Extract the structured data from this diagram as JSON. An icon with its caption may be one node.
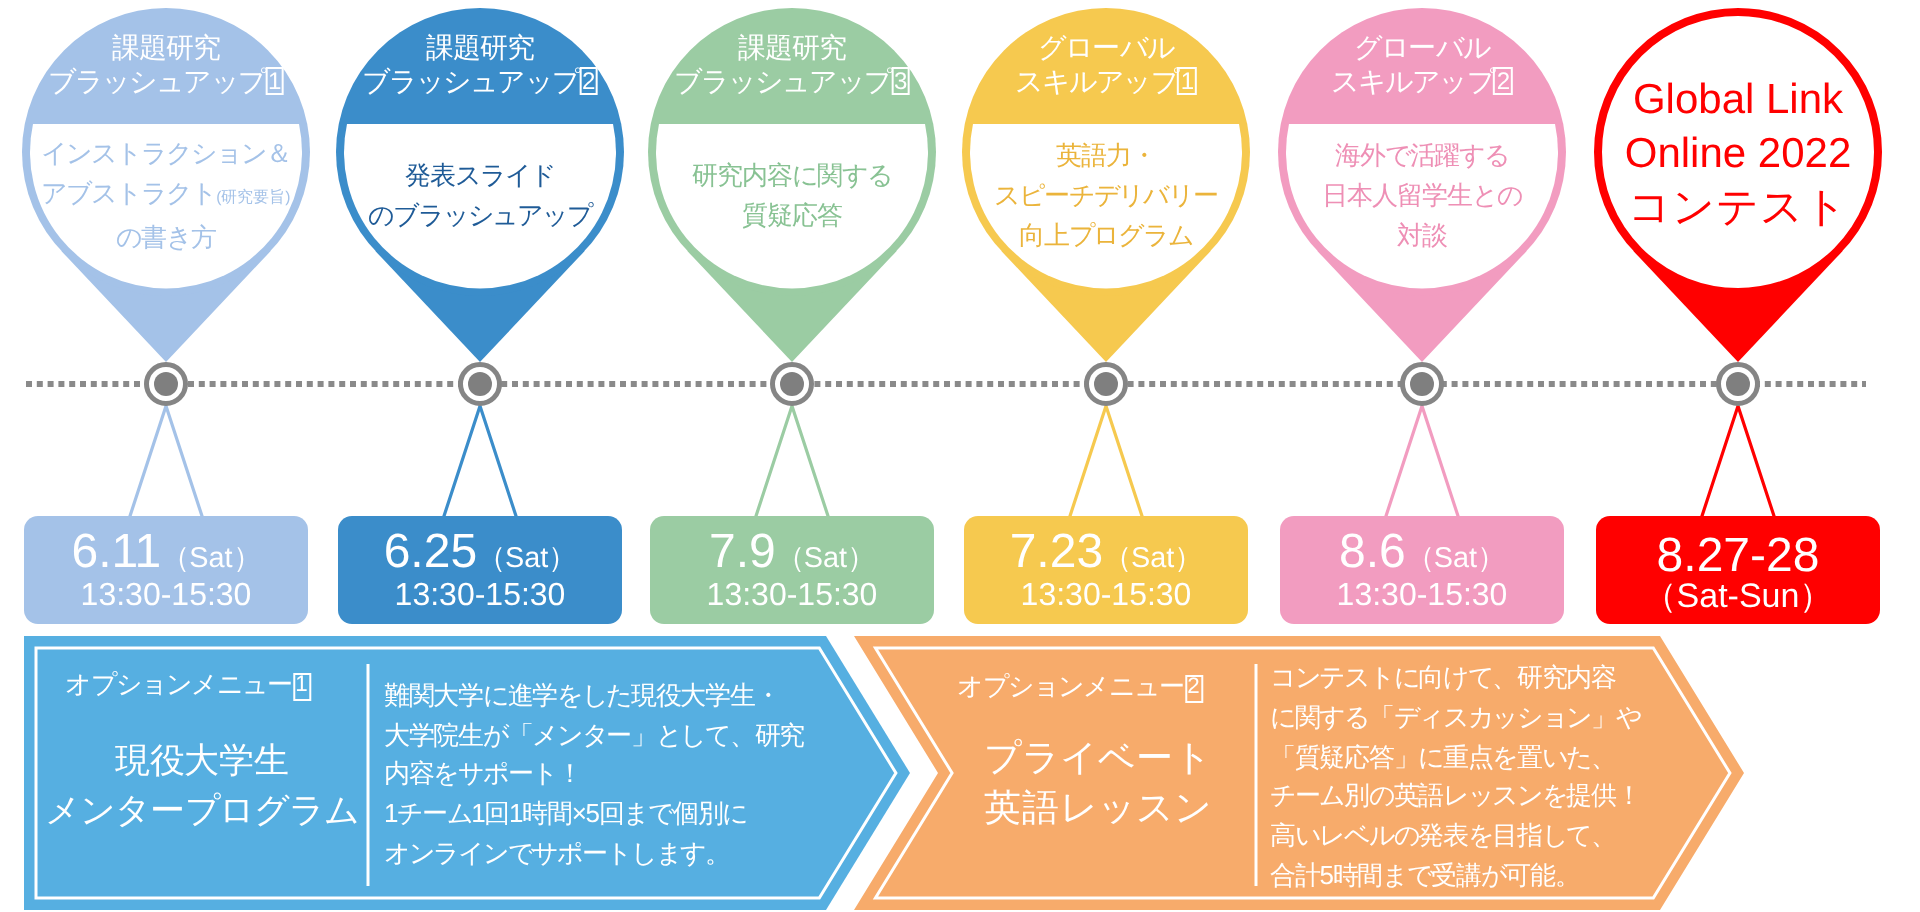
{
  "diagram": {
    "nodes": [
      {
        "text": [
          "課題研究ブラッシュアップ1",
          "インストラクション＆アブストラクト(研究要旨)の書き方"
        ]
      },
      {
        "text": [
          "課題研究ブラッシュアップ2",
          "発表スライドのブラッシュアップ"
        ]
      },
      {
        "text": [
          "課題研究ブラッシュアップ3",
          "研究内容に関する質疑応答"
        ]
      },
      {
        "text": [
          "グローバルスキルアップ1",
          "英語力・スピーチデリバリー向上プログラム"
        ]
      },
      {
        "text": [
          "グローバルスキルアップ2",
          "海外で活躍する日本人留学生との対談"
        ]
      },
      {
        "text": [
          "Global Link Online 2022 コンテスト"
        ]
      },
      {
        "text": [],
        "shape": "circle"
      },
      {
        "text": [],
        "shape": "circle"
      },
      {
        "text": [],
        "shape": "circle"
      },
      {
        "text": [],
        "shape": "circle"
      },
      {
        "text": [],
        "shape": "circle"
      },
      {
        "text": [],
        "shape": "circle"
      },
      {
        "text": [
          "6.11（Sat）",
          "13:30-15:30"
        ]
      },
      {
        "text": [
          "6.25（Sat）",
          "13:30-15:30"
        ]
      },
      {
        "text": [
          "7.9（Sat）",
          "13:30-15:30"
        ]
      },
      {
        "text": [
          "7.23（Sat）",
          "13:30-15:30"
        ]
      },
      {
        "text": [
          "8.6（Sat）",
          "13:30-15:30"
        ]
      },
      {
        "text": [
          "8.27-28",
          "（Sat-Sun）"
        ]
      },
      {
        "text": [
          "オプションメニュー1",
          "現役大学生メンタープログラム",
          "難関大学に進学をした現役大学生・大学院生が「メンター」として、研究内容をサポート！",
          "1チーム1回1時間×5回まで個別にオンラインでサポートします。"
        ]
      },
      {
        "text": [
          "オプションメニュー2",
          "プライベート英語レッスン",
          "コンテストに向けて、研究内容に関する「ディスカッション」や「質疑応答」に重点を置いた、チーム別の英語レッスンを提供！",
          "高いレベルの発表を目指して、合計5時間まで受講が可能。"
        ]
      }
    ],
    "edges": [
      {
        "from": 0,
        "to": 6,
        "arrow": "to",
        "color": "#a4c2e8"
      },
      {
        "from": 12,
        "to": 6,
        "arrow": "none",
        "color": "#a4c2e8"
      },
      {
        "from": 1,
        "to": 7,
        "arrow": "to",
        "color": "#3b8dca"
      },
      {
        "from": 13,
        "to": 7,
        "arrow": "none",
        "color": "#3b8dca"
      },
      {
        "from": 2,
        "to": 8,
        "arrow": "to",
        "color": "#9bcca3"
      },
      {
        "from": 14,
        "to": 8,
        "arrow": "none",
        "color": "#9bcca3"
      },
      {
        "from": 3,
        "to": 9,
        "arrow": "to",
        "color": "#f6c94f"
      },
      {
        "from": 15,
        "to": 9,
        "arrow": "none",
        "color": "#f6c94f"
      },
      {
        "from": 4,
        "to": 10,
        "arrow": "to",
        "color": "#f29cc0"
      },
      {
        "from": 16,
        "to": 10,
        "arrow": "none",
        "color": "#f29cc0"
      },
      {
        "from": 5,
        "to": 11,
        "arrow": "to",
        "color": "#ff0000"
      },
      {
        "from": 17,
        "to": 11,
        "arrow": "none",
        "color": "#ff0000"
      }
    ]
  }
}
